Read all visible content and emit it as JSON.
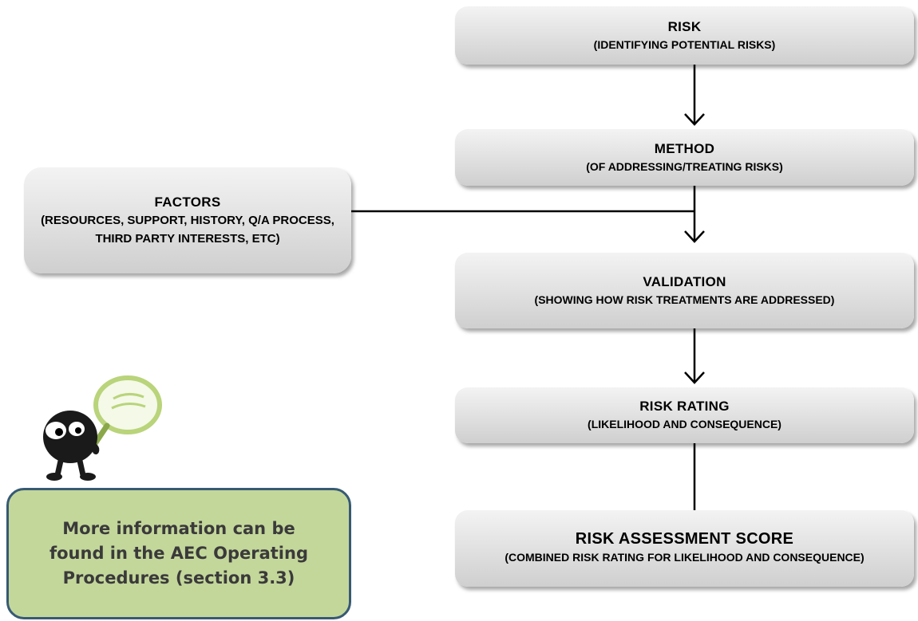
{
  "flow": {
    "risk": {
      "title": "RISK",
      "subtitle": "(IDENTIFYING POTENTIAL RISKS)"
    },
    "method": {
      "title": "METHOD",
      "subtitle": "(OF ADDRESSING/TREATING RISKS)"
    },
    "validation": {
      "title": "VALIDATION",
      "subtitle": "(SHOWING HOW RISK TREATMENTS ARE ADDRESSED)"
    },
    "rating": {
      "title": "RISK RATING",
      "subtitle": "(LIKELIHOOD AND CONSEQUENCE)"
    },
    "score": {
      "title": "RISK ASSESSMENT SCORE",
      "subtitle": "(COMBINED RISK RATING FOR LIKELIHOOD AND CONSEQUENCE)"
    }
  },
  "factors": {
    "title": "FACTORS",
    "subtitle": "(RESOURCES, SUPPORT, HISTORY, Q/A PROCESS, THIRD PARTY INTERESTS, ETC)"
  },
  "info": {
    "text": "More information can be found in the AEC Operating Procedures (section 3.3)"
  },
  "colors": {
    "box_fill": "#e3e3e3",
    "info_fill": "#c4d79b",
    "info_border": "#375a74",
    "connector": "#000000"
  },
  "icons": {
    "mascot": "magnifying-glass-character-icon"
  }
}
